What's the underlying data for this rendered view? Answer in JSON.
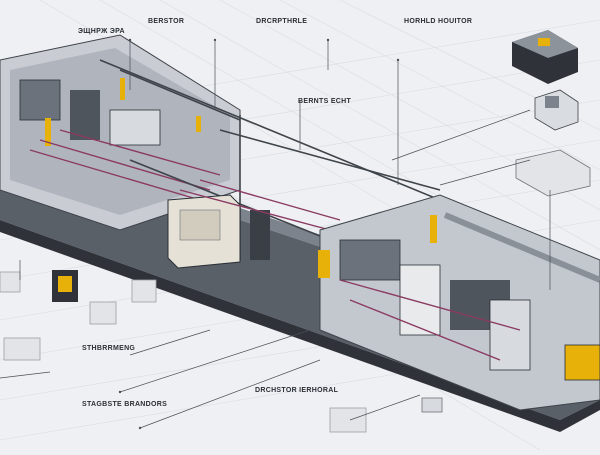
{
  "labels": {
    "top_a": "ЭЩНРЖ ЭРА",
    "top_b": "BERSTOR",
    "top_c": "DRCRPTHRLE",
    "top_d": "HORHLD HOUITOR",
    "mid_a": "BERNTS ECHT",
    "bot_a": "STHBRRMENG",
    "bot_b": "STAGBSTE BRANDORS",
    "bot_c": "DRCHSTOR IERHORAL"
  },
  "colors": {
    "background": "#eef0f3",
    "frame": "#3f444b",
    "accent": "#e7b10a",
    "cable": "#8b3a62",
    "leader": "#4a4f57"
  }
}
